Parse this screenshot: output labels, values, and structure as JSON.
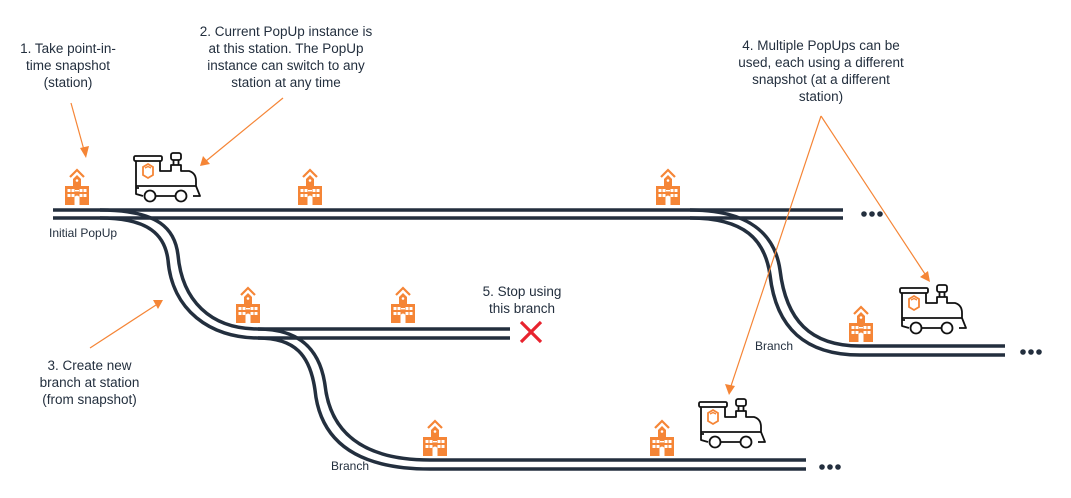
{
  "diagram": {
    "title": "PopUp branching as train stations",
    "colors": {
      "track": "#232F3E",
      "accent": "#F58536",
      "stop": "#E8232E",
      "text": "#232F3E"
    },
    "annotations": [
      {
        "id": "1",
        "text_lines": [
          "1. Take point-in-",
          "time snapshot",
          "(station)"
        ]
      },
      {
        "id": "2",
        "text_lines": [
          "2. Current PopUp instance is",
          "at this station. The PopUp",
          "instance can switch to any",
          "station at any time"
        ]
      },
      {
        "id": "3",
        "text_lines": [
          "3. Create new",
          "branch at station",
          "(from snapshot)"
        ]
      },
      {
        "id": "4",
        "text_lines": [
          "4. Multiple PopUps can be",
          "used, each using a different",
          "snapshot (at a different",
          "station)"
        ]
      },
      {
        "id": "5",
        "text_lines": [
          "5. Stop using",
          "this branch"
        ]
      }
    ],
    "track_labels": {
      "initial": "Initial PopUp",
      "branch_right": "Branch",
      "branch_bottom": "Branch"
    },
    "continuation": "...",
    "icons": {
      "station": "station-icon",
      "train": "train-icon",
      "stop": "stop-x-icon"
    }
  }
}
